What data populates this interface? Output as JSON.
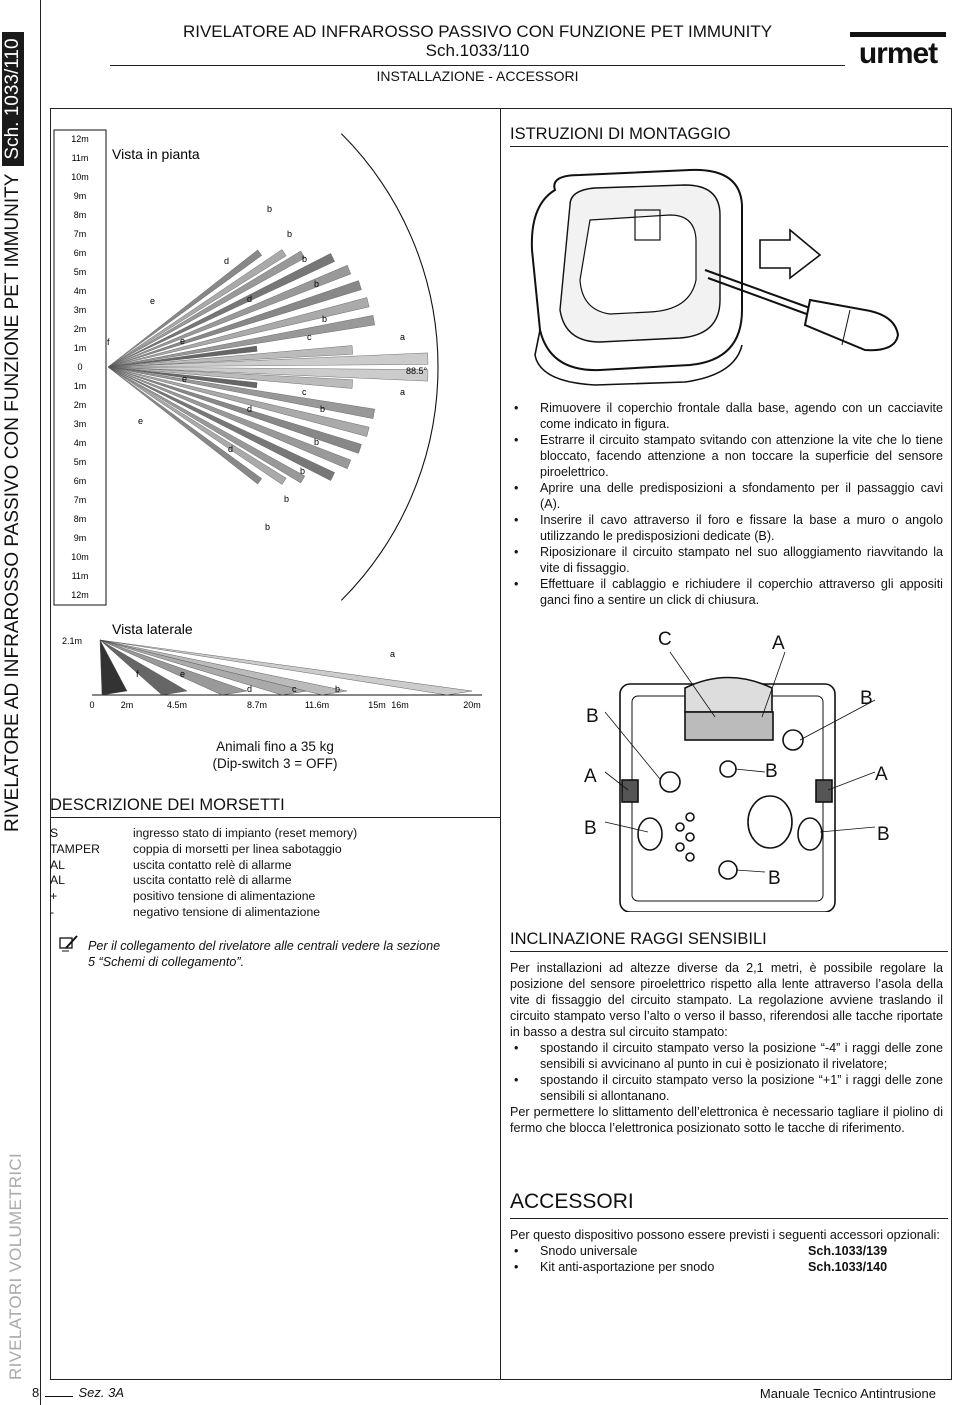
{
  "side": {
    "top_text": "RIVELATORE AD INFRAROSSO PASSIVO CON FUNZIONE PET IMMUNITY",
    "top_sch": "Sch. 1033/110",
    "bottom_text": "RIVELATORI VOLUMETRICI"
  },
  "header": {
    "title": "RIVELATORE AD INFRAROSSO PASSIVO CON FUNZIONE PET IMMUNITY",
    "sch": "Sch.1033/110",
    "subtitle": "INSTALLAZIONE - ACCESSORI",
    "logo": "urmet"
  },
  "diagram": {
    "plan_title": "Vista in pianta",
    "side_title": "Vista laterale",
    "y_scale": [
      "12m",
      "11m",
      "10m",
      "9m",
      "8m",
      "7m",
      "6m",
      "5m",
      "4m",
      "3m",
      "2m",
      "1m",
      "0",
      "1m",
      "2m",
      "3m",
      "4m",
      "5m",
      "6m",
      "7m",
      "8m",
      "9m",
      "10m",
      "11m",
      "12m"
    ],
    "angle": "88.5°",
    "height": "2.1m",
    "x_scale": [
      "0",
      "2m",
      "4.5m",
      "8.7m",
      "11.6m",
      "15m",
      "16m",
      "20m"
    ],
    "zone_letters": [
      "a",
      "b",
      "c",
      "d",
      "e",
      "f"
    ],
    "pet_line1": "Animali fino a 35 kg",
    "pet_line2": "(Dip-switch 3 = OFF)"
  },
  "morsetti": {
    "title": "DESCRIZIONE DEI MORSETTI",
    "rows": [
      {
        "k": "S",
        "v": "ingresso stato di impianto (reset memory)"
      },
      {
        "k": "TAMPER",
        "v": "coppia di morsetti per linea sabotaggio"
      },
      {
        "k": "AL",
        "v": "uscita contatto relè di allarme"
      },
      {
        "k": "AL",
        "v": "uscita contatto relè di allarme"
      },
      {
        "k": "+",
        "v": "positivo tensione di alimentazione"
      },
      {
        "k": "-",
        "v": "negativo tensione di alimentazione"
      }
    ],
    "note_line1": "Per il collegamento del rivelatore alle centrali vedere la sezione",
    "note_line2": "5 “Schemi di collegamento”."
  },
  "montaggio": {
    "title": "ISTRUZIONI DI MONTAGGIO",
    "steps": [
      "Rimuovere il coperchio frontale dalla base, agendo con un cacciavite come indicato in figura.",
      "Estrarre il circuito stampato svitando con attenzione la vite che lo tiene bloccato, facendo attenzione a non toccare la superficie del sensore piroelettrico.",
      "Aprire una delle predisposizioni a sfondamento per il passaggio cavi (A).",
      "Inserire il cavo attraverso il foro e fissare la base a muro o angolo utilizzando le predisposizioni dedicate (B).",
      "Riposizionare il circuito stampato nel suo alloggiamento riavvitando la vite di fissaggio.",
      "Effettuare il cablaggio e richiudere il coperchio attraverso gli appositi ganci fino a sentire un click di chiusura."
    ],
    "base_labels": {
      "c": "C",
      "a": "A",
      "b": "B"
    }
  },
  "inclinazione": {
    "title": "INCLINAZIONE RAGGI SENSIBILI",
    "intro": "Per installazioni ad altezze diverse da 2,1 metri, è possibile regolare la posizione del sensore piroelettrico rispetto alla lente attraverso l’asola della vite di fissaggio del circuito stampato. La regolazione avviene traslando il circuito stampato verso l’alto o verso il basso, riferendosi alle tacche riportate in basso a destra sul circuito stampato:",
    "bullets": [
      "spostando il circuito stampato verso la posizione “-4” i raggi delle zone sensibili si avvicinano al punto in cui è posizionato il rivelatore;",
      "spostando il circuito stampato verso la posizione “+1” i raggi delle zone sensibili si allontanano."
    ],
    "outro": "Per permettere lo slittamento dell’elettronica è necessario tagliare il piolino di fermo che blocca l’elettronica posizionato sotto le tacche di riferimento."
  },
  "accessori": {
    "title": "ACCESSORI",
    "intro": "Per questo dispositivo possono essere previsti i seguenti accessori opzionali:",
    "items": [
      {
        "name": "Snodo universale",
        "code": "Sch.1033/139"
      },
      {
        "name": "Kit anti-asportazione per snodo",
        "code": "Sch.1033/140"
      }
    ]
  },
  "footer": {
    "page": "8",
    "section": "Sez. 3A",
    "manual": "Manuale Tecnico Antintrusione"
  }
}
